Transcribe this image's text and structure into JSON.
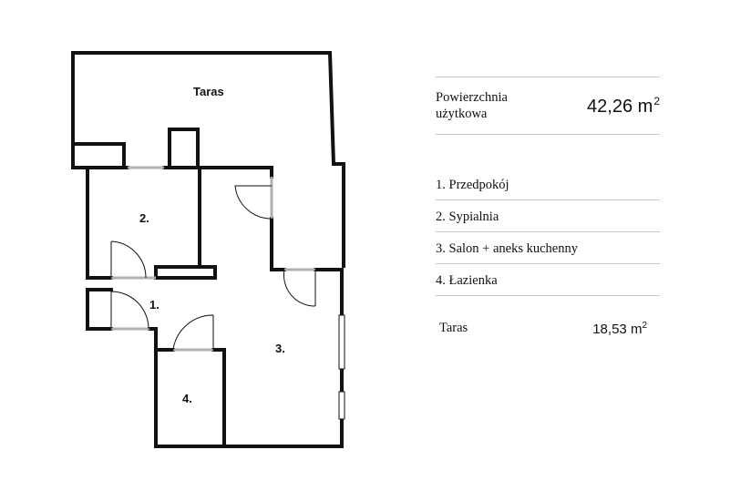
{
  "plan": {
    "room_labels": {
      "terrace": "Taras",
      "r1": "1.",
      "r2": "2.",
      "r3": "3.",
      "r4": "4."
    }
  },
  "legend": {
    "usable_area_label": "Powierzchnia użytkowa",
    "usable_area_value": "42,26",
    "unit_m": "m",
    "unit_sup": "2",
    "rooms": [
      "1. Przedpokój",
      "2. Sypialnia",
      "3. Salon + aneks kuchenny",
      "4. Łazienka"
    ],
    "terrace_label": "Taras",
    "terrace_value": "18,53",
    "terrace_unit": "m",
    "terrace_sup": "2"
  },
  "colors": {
    "wall": "#111111",
    "door_opening": "#b0b0b0",
    "rule": "#c9c9c9"
  }
}
